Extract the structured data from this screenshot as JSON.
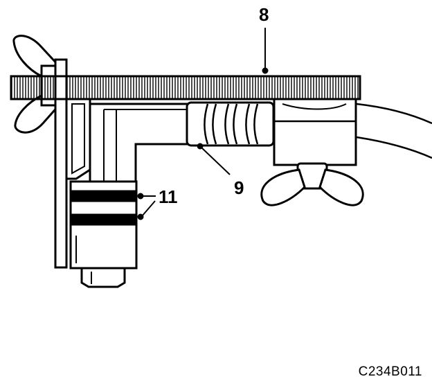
{
  "callouts": {
    "label_8": "8",
    "label_9": "9",
    "label_11": "11"
  },
  "figure_code": "C234B011",
  "colors": {
    "ink": "#000000",
    "paper": "#ffffff"
  }
}
